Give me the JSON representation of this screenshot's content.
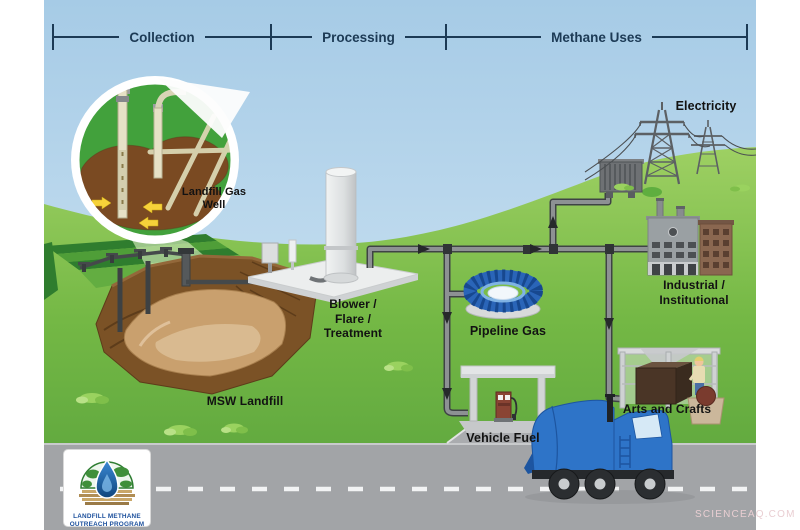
{
  "header": {
    "sections": [
      "Collection",
      "Processing",
      "Methane Uses"
    ]
  },
  "collection": {
    "well_inset": {
      "line1": "Landfill Gas",
      "line2": "Well"
    },
    "landfill_label": "MSW Landfill"
  },
  "processing": {
    "line1": "Blower /",
    "line2": "Flare /",
    "line3": "Treatment"
  },
  "uses": {
    "electricity": "Electricity",
    "industrial_line1": "Industrial /",
    "industrial_line2": "Institutional",
    "pipeline_gas": "Pipeline Gas",
    "vehicle_fuel": "Vehicle Fuel",
    "arts_crafts": "Arts and Crafts"
  },
  "logo": {
    "line1": "LANDFILL METHANE",
    "line2": "OUTREACH PROGRAM"
  },
  "watermark": "SCIENCEAQ.COM",
  "icons": [
    "magnifier-inset-icon",
    "gas-well-icon",
    "msw-landfill-icon",
    "flare-stack-icon",
    "blower-equipment-icon",
    "pipe-network-icon",
    "generator-icon",
    "transmission-tower-icon",
    "factory-icon",
    "office-building-icon",
    "gas-burner-icon",
    "fuel-station-icon",
    "fuel-pump-icon",
    "garbage-truck-icon",
    "kiln-icon",
    "potter-icon",
    "globe-flame-logo-icon",
    "grass-tuft-icon"
  ],
  "colors": {
    "sky": "#abcfe8",
    "grass": "#7dbf48",
    "soil_dark": "#7b5226",
    "soil_light": "#c9a06e",
    "pipe_gray": "#8d9193",
    "header_navy": "#1c3a55",
    "burner_blue": "#2a65b8",
    "truck_blue": "#2e74c8",
    "road_gray": "#a2a4a7",
    "logo_blue": "#1b4f9c",
    "watermark_pink": "#e9ced2",
    "label_black": "#121212"
  }
}
